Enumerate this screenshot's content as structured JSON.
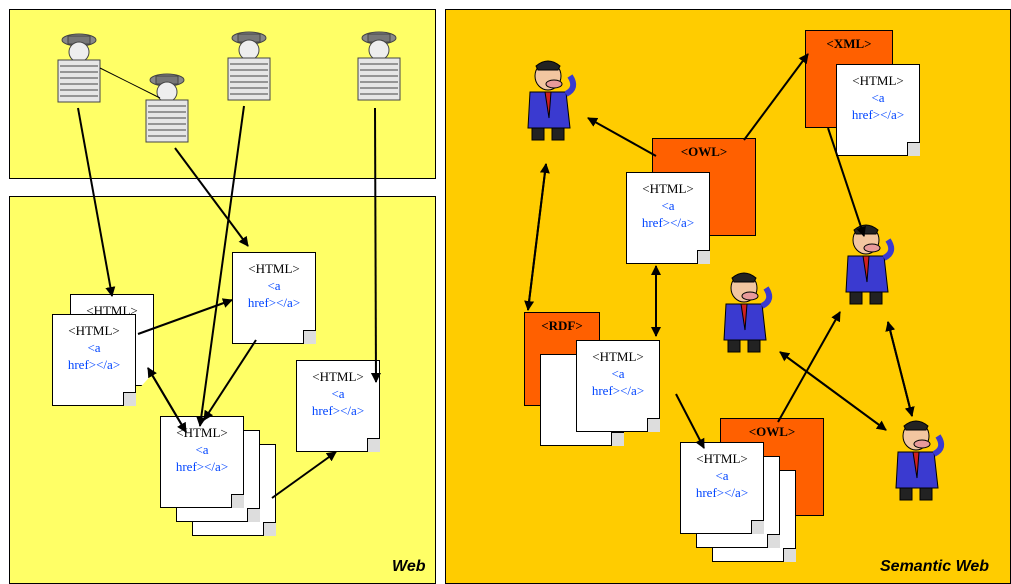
{
  "web": {
    "label": "Web",
    "doc_title": "<HTML>",
    "doc_line1": "<a",
    "doc_line2": "href></a>"
  },
  "semantic_web": {
    "label": "Semantic Web",
    "owl_tag": "<OWL>",
    "xml_tag": "<XML>",
    "rdf_tag": "<RDF>",
    "doc_title": "<HTML>",
    "doc_line1": "<a",
    "doc_line2": "href></a>"
  },
  "colors": {
    "web_bg": "#ffff66",
    "semantic_bg": "#ffcc00",
    "tag_box": "#ff6000",
    "link_text": "#0044ff"
  },
  "icons": [
    "server-icon",
    "agent-icon",
    "html-document-icon"
  ]
}
